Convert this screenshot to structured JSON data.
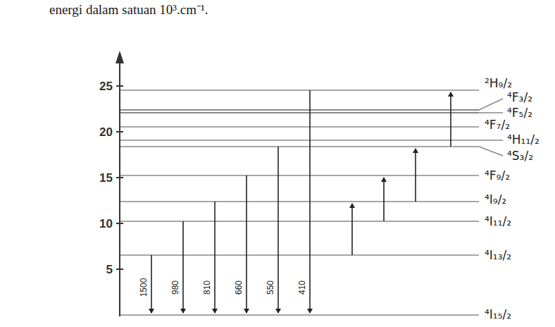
{
  "diagram": {
    "caption": "energi dalam satuan 10³.cm⁻¹.",
    "labels": [
      "25",
      "20",
      "15",
      "10",
      "5",
      "²H₉/₂",
      "⁴F₃/₂",
      "⁴F₅/₂",
      "⁴F₇/₂",
      "⁴H₁₁/₂",
      "⁴S₃/₂",
      "⁴F₉/₂",
      "⁴I₉/₂",
      "⁴I₁₁/₂",
      "⁴I₁₃/₂",
      "⁴I₁₅/₂",
      "1500",
      "980",
      "810",
      "660",
      "550",
      "410"
    ]
  }
}
